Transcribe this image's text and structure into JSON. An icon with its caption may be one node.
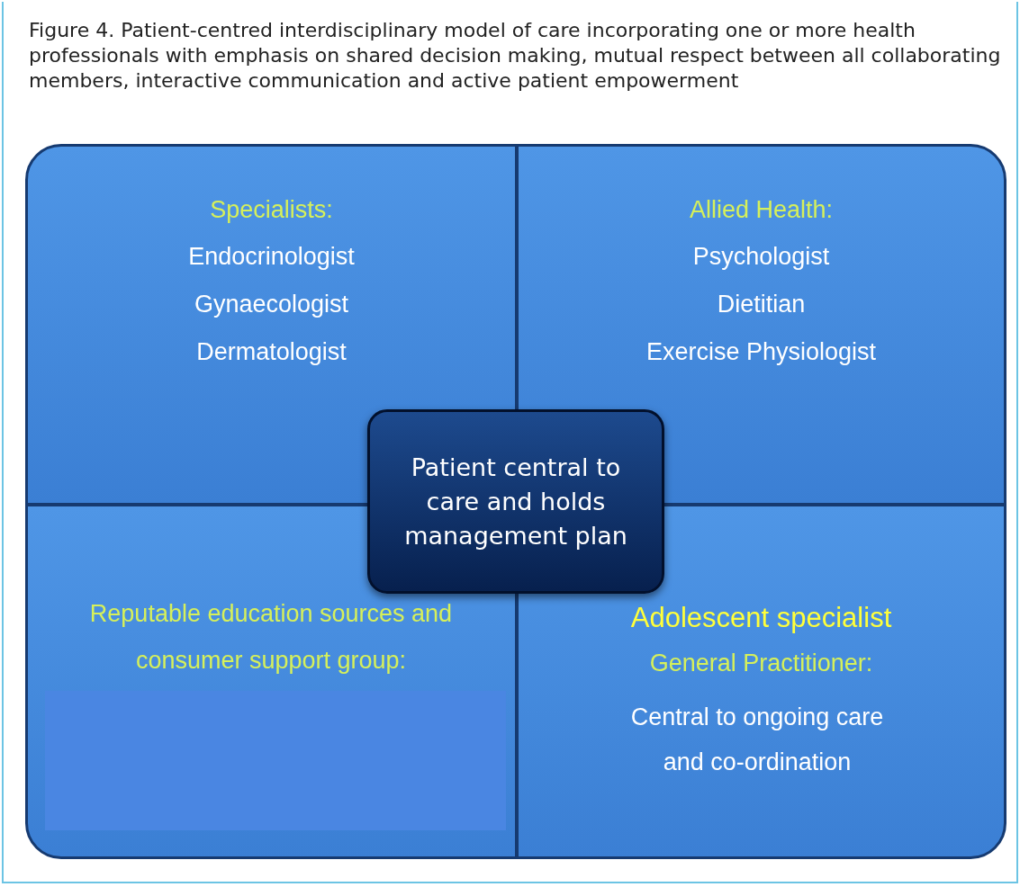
{
  "diagram": {
    "title": "Figure 4. Patient-centred interdisciplinary model of care incorporating one or more health professionals with emphasis on shared decision making, mutual respect between all collaborating members, interactive communication and active patient empowerment",
    "nodes": [
      {
        "text": [
          "Specialists:",
          "Endocrinologist",
          "Gynaecologist",
          "Dermatologist"
        ]
      },
      {
        "text": [
          "Allied Health:",
          "Psychologist",
          "Dietitian",
          "Exercise Physiologist"
        ]
      },
      {
        "text": [
          "Reputable education sources and consumer support group:"
        ]
      },
      {
        "text": [
          "Adolescent specialist",
          "General Practitioner:",
          "Central to ongoing care and co-ordination"
        ]
      },
      {
        "text": [
          "Patient central to care and holds management plan"
        ]
      },
      {
        "text": [],
        "shape": "box",
        "in": 2
      }
    ],
    "edges": []
  }
}
